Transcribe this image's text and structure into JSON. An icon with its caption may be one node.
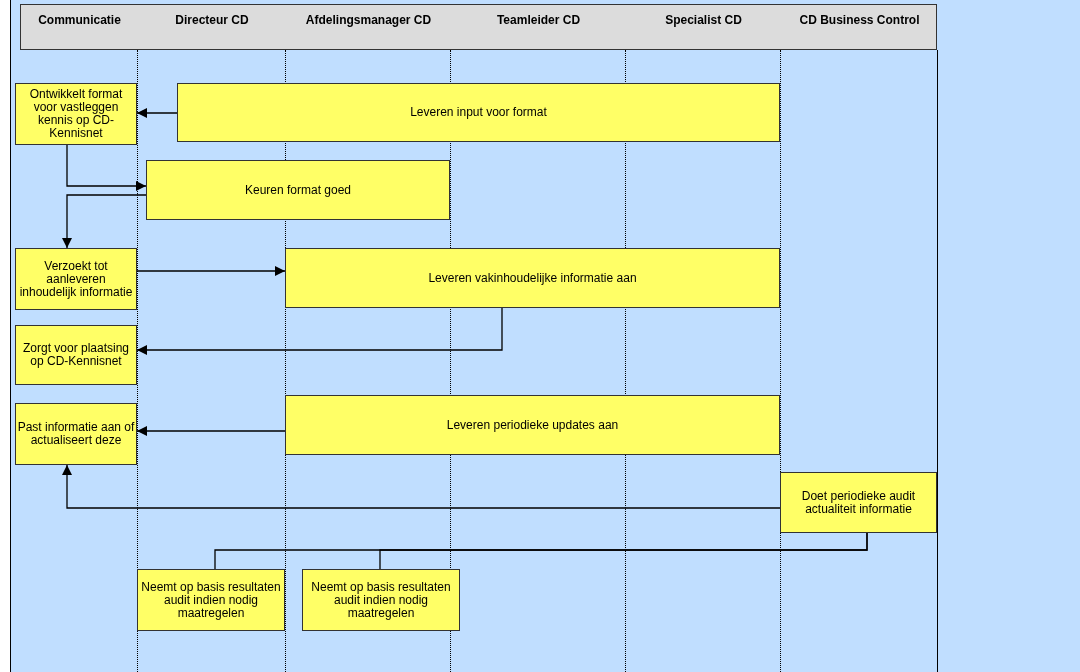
{
  "diagram": {
    "nodes": [
      {
        "text": [
          "Ontwikkelt format voor vastleggen kennis op CD-Kennisnet"
        ]
      },
      {
        "text": [
          "Leveren input voor format"
        ]
      },
      {
        "text": [
          "Keuren format goed"
        ]
      },
      {
        "text": [
          "Verzoekt tot aanleveren inhoudelijk informatie"
        ]
      },
      {
        "text": [
          "Leveren vakinhoudelijke informatie aan"
        ]
      },
      {
        "text": [
          "Zorgt voor plaatsing op CD-Kennisnet"
        ]
      },
      {
        "text": [
          "Past informatie aan of actualiseert deze"
        ]
      },
      {
        "text": [
          "Leveren periodieke updates aan"
        ]
      },
      {
        "text": [
          "Doet periodieke audit actualiteit informatie"
        ]
      },
      {
        "text": [
          "Neemt op basis resultaten audit indien nodig maatregelen"
        ]
      },
      {
        "text": [
          "Neemt op basis resultaten audit indien nodig maatregelen"
        ]
      }
    ],
    "edges": [
      {
        "from": 1,
        "to": 0,
        "arrow": "to"
      },
      {
        "from": 0,
        "to": 2,
        "arrow": "to"
      },
      {
        "from": 2,
        "to": 3,
        "arrow": "to"
      },
      {
        "from": 3,
        "to": 4,
        "arrow": "to"
      },
      {
        "from": 4,
        "to": 5,
        "arrow": "to"
      },
      {
        "from": 7,
        "to": 6,
        "arrow": "to"
      },
      {
        "from": 8,
        "to": 6,
        "arrow": "to"
      },
      {
        "from": 8,
        "to": 9,
        "arrow": "none"
      },
      {
        "from": 8,
        "to": 10,
        "arrow": "none"
      }
    ],
    "labels": [
      "Communicatie",
      "Directeur CD",
      "Afdelingsmanager CD",
      "Teamleider CD",
      "Specialist CD",
      "CD Business Control"
    ]
  }
}
